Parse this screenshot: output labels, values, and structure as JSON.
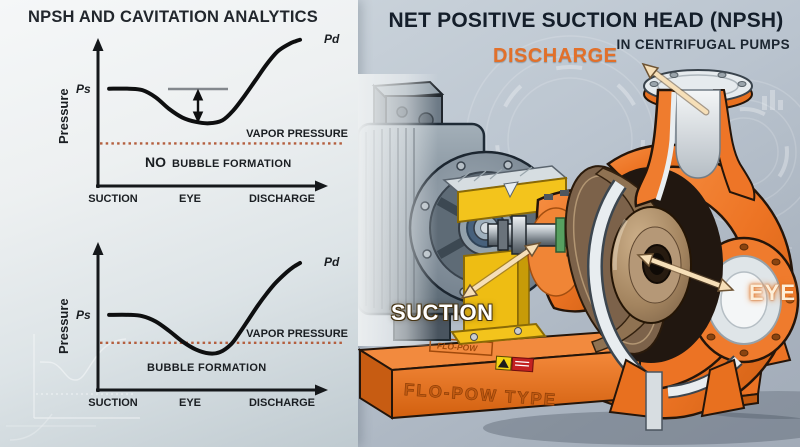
{
  "header": {
    "left_title": "NPSH AND CAVITATION ANALYTICS",
    "right_title": "NET POSITIVE SUCTION HEAD (NPSH)",
    "right_subtitle": "IN CENTRIFUGAL PUMPS"
  },
  "pump_labels": {
    "discharge": "DISCHARGE",
    "suction": "SUCTION",
    "eye": "EYE"
  },
  "pump": {
    "base_text": "FLO-POW TYPE",
    "plate_text": "FLO-POW"
  },
  "colors": {
    "pump_orange": "#ED7424",
    "label_orange": "#E2702A",
    "vapor_line": "#B45F3F",
    "motor_gray": "#7E8C98",
    "impeller_bronze": "#A08467",
    "guard_yellow": "#F2C319",
    "arrow_cream": "#F6DFB8"
  },
  "chart_data": [
    {
      "type": "line",
      "title": "",
      "ylabel": "Pressure",
      "x_ticks": [
        "SUCTION",
        "EYE",
        "DISCHARGE"
      ],
      "start_label": "Ps",
      "end_label": "Pd",
      "vapor_label": "VAPOR PRESSURE",
      "annotation_emphasis": "NO",
      "annotation": "BUBBLE FORMATION",
      "ylim": [
        0,
        100
      ],
      "vapor_level": 24,
      "points": [
        [
          5,
          62
        ],
        [
          14,
          62
        ],
        [
          20,
          61
        ],
        [
          26,
          56
        ],
        [
          32,
          48
        ],
        [
          38,
          42
        ],
        [
          44,
          39
        ],
        [
          50,
          38
        ],
        [
          56,
          40
        ],
        [
          61,
          47
        ],
        [
          66,
          57
        ],
        [
          71,
          68
        ],
        [
          76,
          79
        ],
        [
          81,
          88
        ],
        [
          86,
          93
        ],
        [
          89,
          95
        ],
        [
          91,
          96
        ]
      ]
    },
    {
      "type": "line",
      "title": "",
      "ylabel": "Pressure",
      "x_ticks": [
        "SUCTION",
        "EYE",
        "DISCHARGE"
      ],
      "start_label": "Ps",
      "end_label": "Pd",
      "vapor_label": "VAPOR PRESSURE",
      "annotation_emphasis": "",
      "annotation": "BUBBLE FORMATION",
      "ylim": [
        0,
        100
      ],
      "vapor_level": 34,
      "points": [
        [
          5,
          55
        ],
        [
          14,
          55
        ],
        [
          20,
          54
        ],
        [
          26,
          50
        ],
        [
          32,
          43
        ],
        [
          38,
          35
        ],
        [
          44,
          29
        ],
        [
          50,
          26
        ],
        [
          55,
          27
        ],
        [
          60,
          33
        ],
        [
          64,
          42
        ],
        [
          68,
          52
        ],
        [
          72,
          62
        ],
        [
          76,
          71
        ],
        [
          80,
          79
        ],
        [
          85,
          87
        ],
        [
          88,
          91
        ],
        [
          91,
          94
        ]
      ]
    }
  ]
}
